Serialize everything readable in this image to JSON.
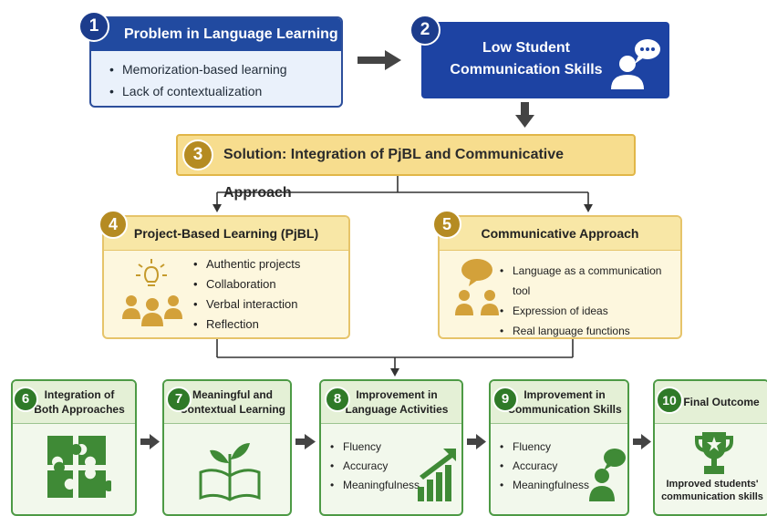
{
  "steps": [
    {
      "num": "1",
      "title": "Problem in Language Learning",
      "bullets": [
        "Memorization-based learning",
        "Lack of contextualization"
      ]
    },
    {
      "num": "2",
      "title_line1": "Low Student",
      "title_line2": "Communication Skills"
    },
    {
      "num": "3",
      "title": "Solution: Integration of PjBL and Communicative Approach"
    },
    {
      "num": "4",
      "title": "Project-Based Learning (PjBL)",
      "bullets": [
        "Authentic projects",
        "Collaboration",
        "Verbal interaction",
        "Reflection"
      ]
    },
    {
      "num": "5",
      "title": "Communicative Approach",
      "bullets": [
        "Language as a communication tool",
        "Expression of ideas",
        "Real language functions"
      ]
    },
    {
      "num": "6",
      "title_line1": "Integration of",
      "title_line2": "Both Approaches"
    },
    {
      "num": "7",
      "title_line1": "Meaningful and",
      "title_line2": "Contextual Learning"
    },
    {
      "num": "8",
      "title_line1": "Improvement in",
      "title_line2": "Language Activities",
      "bullets": [
        "Fluency",
        "Accuracy",
        "Meaningfulness"
      ]
    },
    {
      "num": "9",
      "title_line1": "Improvement in",
      "title_line2": "Communication Skills",
      "bullets": [
        "Fluency",
        "Accuracy",
        "Meaningfulness"
      ]
    },
    {
      "num": "10",
      "title": "Final Outcome",
      "outcome_line1": "Improved students'",
      "outcome_line2": "communication skills"
    }
  ],
  "colors": {
    "blue_dark": "#1d43a3",
    "blue_light": "#eaf1fb",
    "gold": "#c59a2c",
    "gold_light": "#fdf7de",
    "green": "#3f8a36",
    "green_light": "#f2f8ec",
    "arrow": "#4a4a4a"
  },
  "icons": [
    "user-chat-icon",
    "lightbulb-icon",
    "team-icon",
    "speech-bubble-people-icon",
    "puzzle-icon",
    "open-book-plant-icon",
    "growth-chart-icon",
    "person-speech-icon",
    "trophy-icon"
  ]
}
